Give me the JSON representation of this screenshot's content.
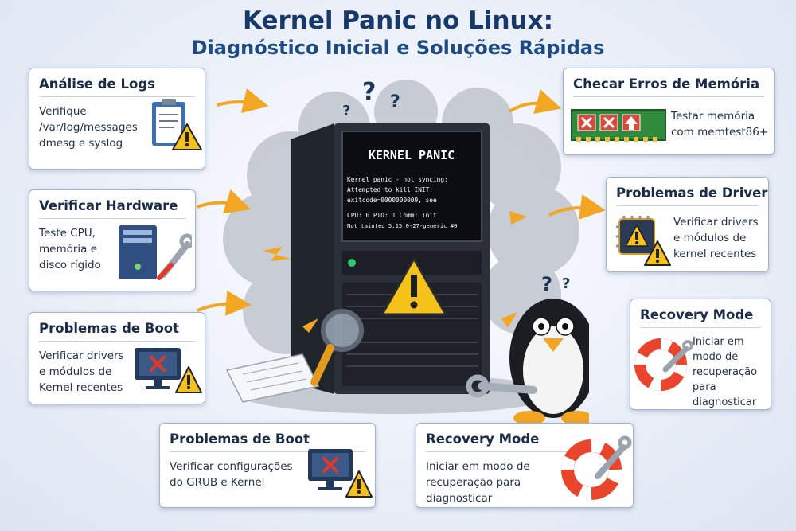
{
  "title": {
    "line1": "Kernel Panic no Linux:",
    "line2": "Diagnóstico Inicial e Soluções Rápidas"
  },
  "panic_screen": {
    "header": "KERNEL PANIC",
    "line1": "Kernel panic - not syncing:",
    "line2": "Attempted to kill INIT!",
    "line3": "exitcode=0000000009, see",
    "line4": "CPU: 0 PID: 1 Comm: init",
    "line5": "Not tainted 5.15.0-27-generic #0"
  },
  "cards": {
    "logs": {
      "title": "Análise de Logs",
      "body": "Verifique\n/var/log/messages\ndmesg e syslog",
      "icon": "clipboard-icon"
    },
    "hardware": {
      "title": "Verificar Hardware",
      "body": "Teste CPU,\nmemória e\ndisco rígido",
      "icon": "computer-tower-icon"
    },
    "boot_left": {
      "title": "Problemas de Boot",
      "body": "Verificar drivers\ne módulos de\nKernel recentes",
      "icon": "monitor-error-icon"
    },
    "memory": {
      "title": "Checar Erros de Memória",
      "body": "Testar memória\ncom memtest86+",
      "icon": "ram-module-icon"
    },
    "driver": {
      "title": "Problemas de Driver",
      "body": "Verificar drivers\ne módulos de\nkernel recentes",
      "icon": "chip-warning-icon"
    },
    "recovery_right": {
      "title": "Recovery Mode",
      "body": "Iniciar em\nmodo de\nrecuperação\npara diagnosticar",
      "icon": "lifebuoy-icon"
    },
    "boot_bottom": {
      "title": "Problemas de Boot",
      "body": "Verificar configurações\ndo GRUB e Kernel",
      "icon": "monitor-error-icon"
    },
    "recovery_bottom": {
      "title": "Recovery Mode",
      "body": "Iniciar em modo de\nrecuperação para\ndiagnosticar",
      "icon": "lifebuoy-icon"
    }
  },
  "colors": {
    "title": "#17386b",
    "warning": "#f5c21b",
    "error_red": "#e0392b",
    "arrow": "#f2a623",
    "lifebuoy": "#e8452c"
  }
}
